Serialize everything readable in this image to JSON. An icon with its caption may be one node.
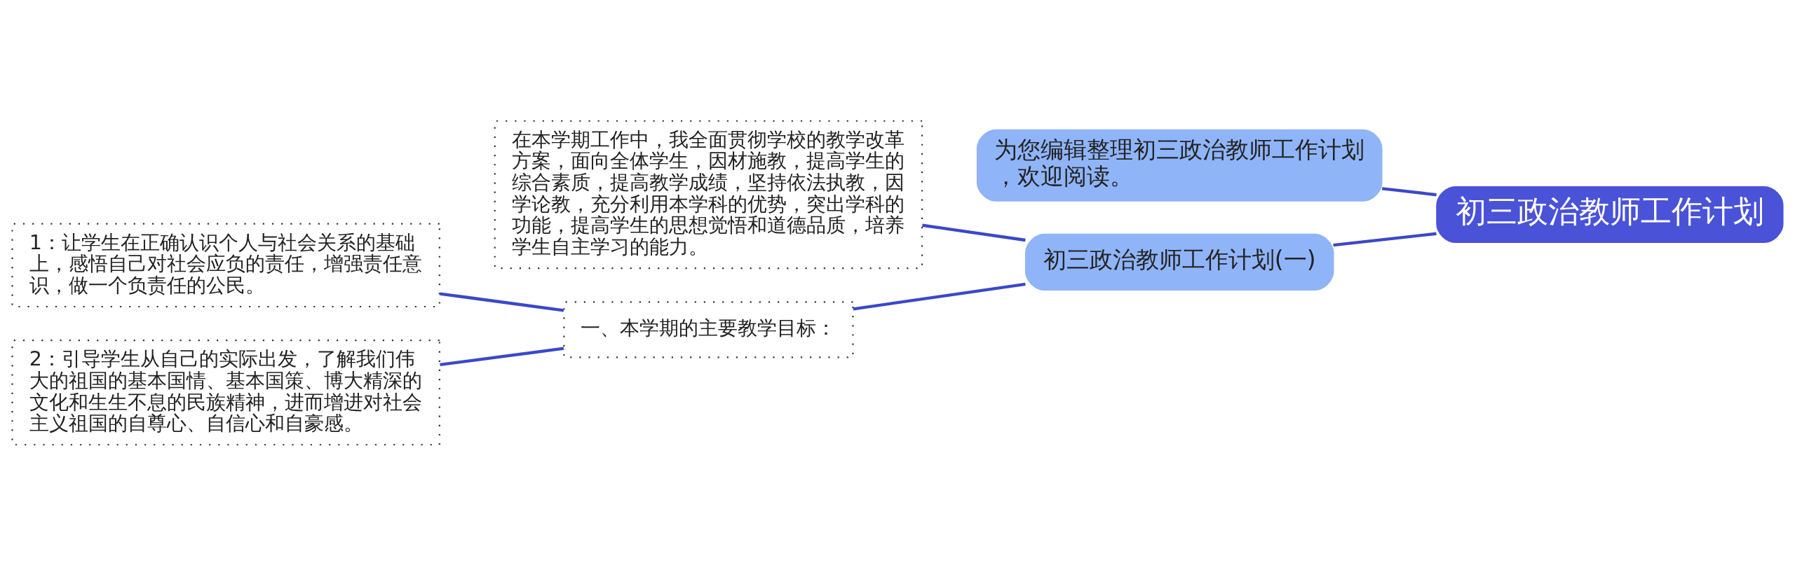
{
  "diagram": {
    "nodes": [
      {
        "text": [
          "初三政治教师工作计划"
        ]
      },
      {
        "text": [
          "为您编辑整理初三政治教师工作计划，欢迎阅读。"
        ]
      },
      {
        "text": [
          "初三政治教师工作计划(一)"
        ]
      },
      {
        "text": [
          "在本学期工作中，我全面贯彻学校的教学改革方案，面向全体学生，因材施教，提高学生的综合素质，提高教学成绩，坚持依法执教，因学论教，充分利用本学科的优势，突出学科的功能，提高学生的思想觉悟和道德品质，培养学生自主学习的能力。"
        ]
      },
      {
        "text": [
          "一、本学期的主要教学目标："
        ]
      },
      {
        "text": [
          "1：让学生在正确认识个人与社会关系的基础上，感悟自己对社会应负的责任，增强责任意识，做一个负责任的公民。"
        ]
      },
      {
        "text": [
          "2：引导学生从自己的实际出发，了解我们伟大的祖国的基本国情、基本国策、博大精深的文化和生生不息的民族精神，进而增进对社会主义祖国的自尊心、自信心和自豪感。"
        ]
      }
    ],
    "edges": [
      {
        "from": 0,
        "to": 1,
        "arrow": "none"
      },
      {
        "from": 0,
        "to": 2,
        "arrow": "none"
      },
      {
        "from": 2,
        "to": 3,
        "arrow": "none"
      },
      {
        "from": 2,
        "to": 4,
        "arrow": "none"
      },
      {
        "from": 4,
        "to": 5,
        "arrow": "none"
      },
      {
        "from": 4,
        "to": 6,
        "arrow": "none"
      }
    ]
  }
}
